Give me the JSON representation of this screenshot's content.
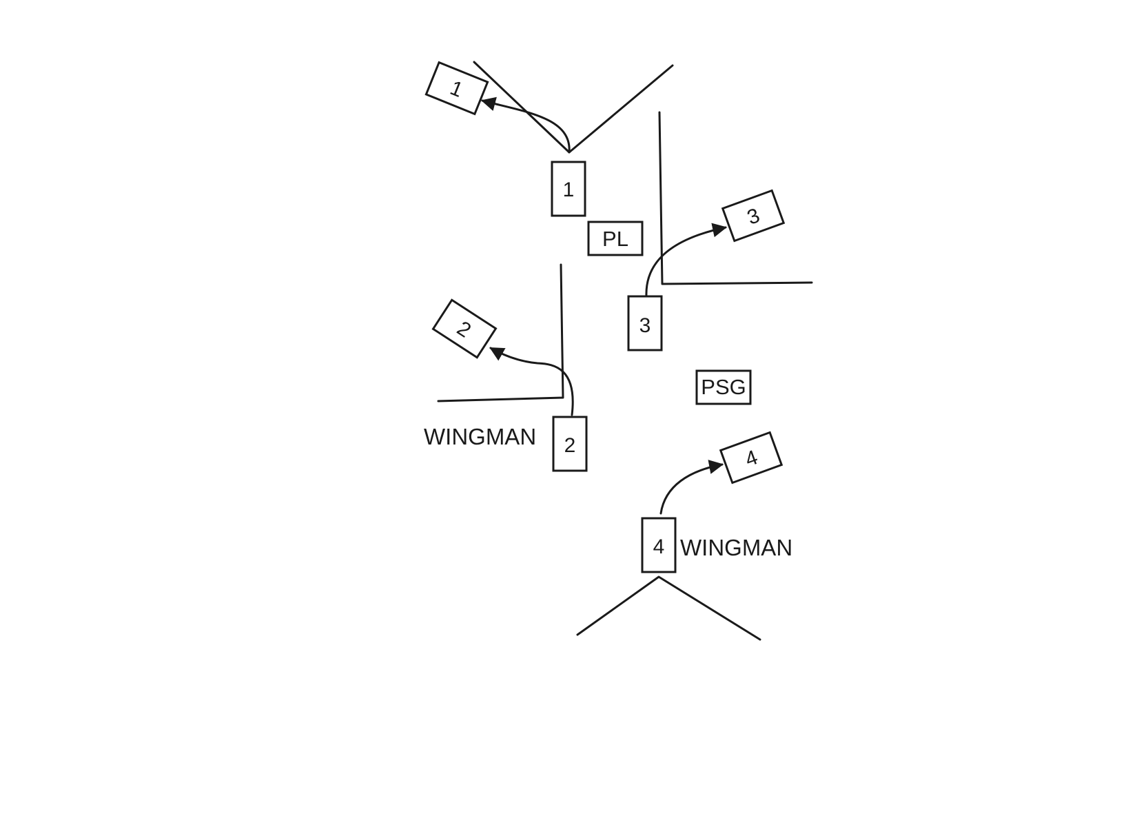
{
  "labels": {
    "pl": "PL",
    "psg": "PSG",
    "wingman_left": "WINGMAN",
    "wingman_right": "WINGMAN"
  },
  "members": [
    {
      "id": "1",
      "start": "1",
      "end": "1"
    },
    {
      "id": "2",
      "start": "2",
      "end": "2"
    },
    {
      "id": "3",
      "start": "3",
      "end": "3"
    },
    {
      "id": "4",
      "start": "4",
      "end": "4"
    }
  ],
  "colors": {
    "ink": "#1a1a1a",
    "background": "#ffffff"
  }
}
